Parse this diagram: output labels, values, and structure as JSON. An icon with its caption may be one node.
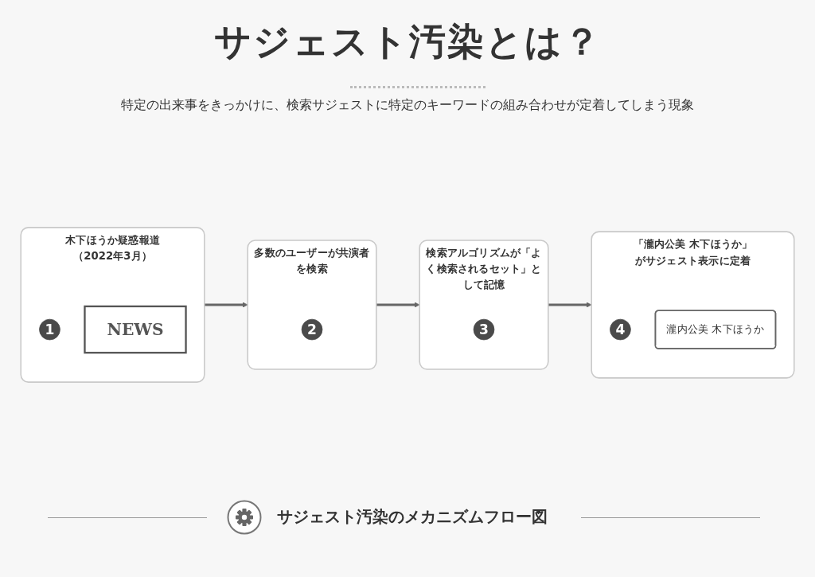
{
  "diagram": {
    "title": "サジェスト汚染とは？",
    "caption": "サジェスト汚染のメカニズムフロー図",
    "nodes": [
      {
        "text": [
          "木下ほうか疑惑報道",
          "（2022年3月）"
        ]
      },
      {
        "text": [
          "1"
        ],
        "in": 0
      },
      {
        "text": [
          "NEWS"
        ],
        "in": 0
      },
      {
        "text": [
          "多数のユーザーが共演者を検索"
        ]
      },
      {
        "text": [
          "2"
        ],
        "in": 3
      },
      {
        "text": [
          "検索アルゴリズムが「よく検索されるセット」として記憶"
        ]
      },
      {
        "text": [
          "3"
        ],
        "in": 5
      },
      {
        "text": [
          "「瀧内公美 木下ほうか」がサジェスト表示に定着"
        ]
      },
      {
        "text": [
          "4"
        ],
        "in": 7
      },
      {
        "text": [
          "瀧内公美 木下ほうか"
        ],
        "in": 7
      }
    ],
    "edges": [
      {
        "from": 0,
        "to": 3,
        "arrow": "to"
      },
      {
        "from": 3,
        "to": 5,
        "arrow": "to"
      },
      {
        "from": 5,
        "to": 7,
        "arrow": "to"
      }
    ],
    "labels": [
      "特定の出来事をきっかけに、検索サジェストに特定のキーワードの組み合わせが定着してしまう現象"
    ]
  }
}
